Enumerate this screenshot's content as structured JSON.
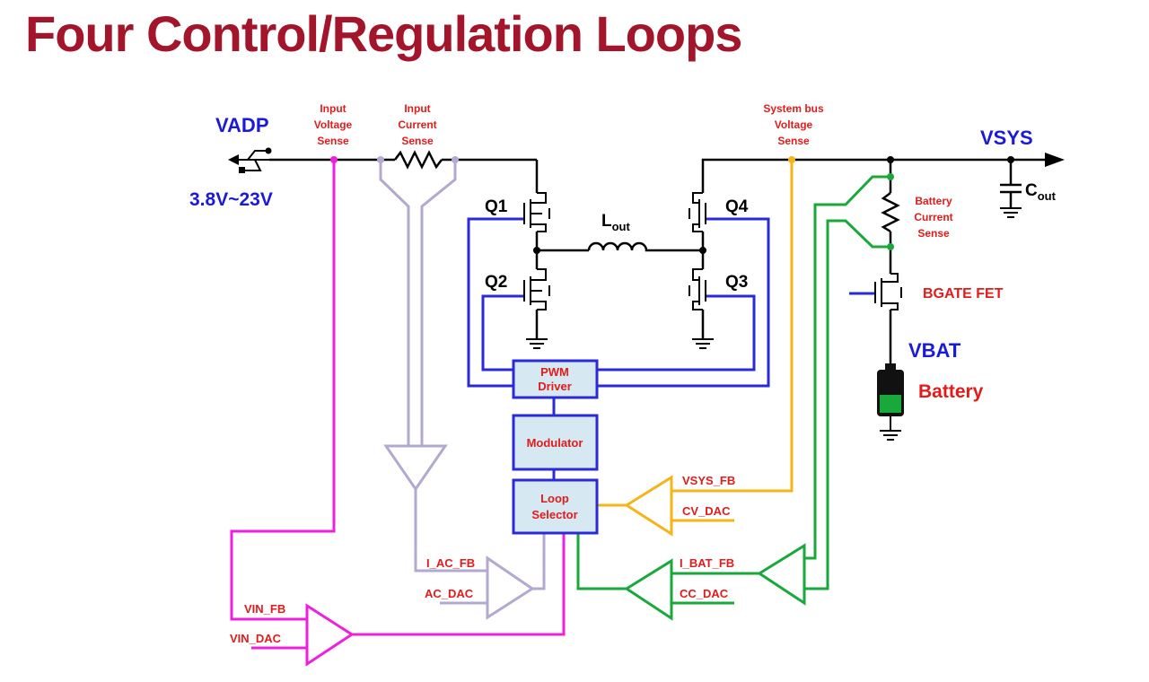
{
  "title": "Four Control/Regulation Loops",
  "labels": {
    "vadp": "VADP",
    "vin_range": "3.8V~23V",
    "vsys": "VSYS",
    "cout_main": "C",
    "cout_sub": "out",
    "vbat": "VBAT",
    "battery": "Battery",
    "bgate_fet": "BGATE FET",
    "q1": "Q1",
    "q2": "Q2",
    "q3": "Q3",
    "q4": "Q4",
    "lout_main": "L",
    "lout_sub": "out",
    "input_voltage_sense": [
      "Input",
      "Voltage",
      "Sense"
    ],
    "input_current_sense": [
      "Input",
      "Current",
      "Sense"
    ],
    "system_bus_voltage_sense": [
      "System bus",
      "Voltage",
      "Sense"
    ],
    "battery_current_sense": [
      "Battery",
      "Current",
      "Sense"
    ],
    "pwm_driver": [
      "PWM",
      "Driver"
    ],
    "modulator": "Modulator",
    "loop_selector": [
      "Loop",
      "Selector"
    ],
    "vsys_fb": "VSYS_FB",
    "cv_dac": "CV_DAC",
    "i_bat_fb": "I_BAT_FB",
    "cc_dac": "CC_DAC",
    "i_ac_fb": "I_AC_FB",
    "ac_dac": "AC_DAC",
    "vin_fb": "VIN_FB",
    "vin_dac": "VIN_DAC"
  },
  "colors": {
    "title": "#a3152a",
    "label_red": "#e31b1b",
    "label_blue": "#1a1adb",
    "gate_drive": "#2a2ad8",
    "vin_loop": "#ee1fdd",
    "input_current_loop": "#b3a8cf",
    "vsys_loop": "#f6b418",
    "battery_current_loop": "#18a93a",
    "block_fill": "#d6e9f2"
  }
}
